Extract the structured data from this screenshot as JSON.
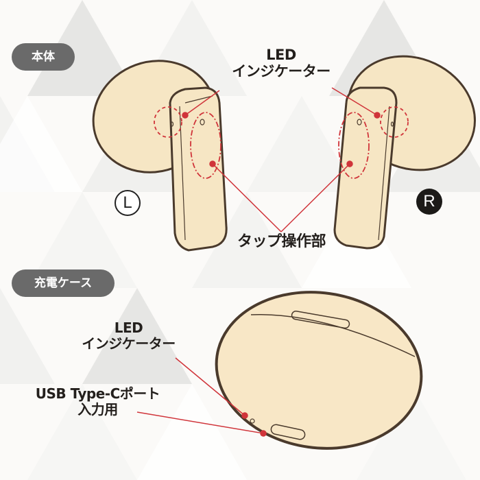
{
  "sections": {
    "body": {
      "label": "本体"
    },
    "case": {
      "label": "充電ケース"
    }
  },
  "earbuds": {
    "led_label_line1": "LED",
    "led_label_line2": "インジケーター",
    "tap_label": "タップ操作部",
    "left_badge": "L",
    "right_badge": "R"
  },
  "charging_case": {
    "led_label_line1": "LED",
    "led_label_line2": "インジケーター",
    "usb_label_line1": "USB Type-Cポート",
    "usb_label_line2": "入力用"
  },
  "colors": {
    "body_fill": "#f6e6c4",
    "outline": "#4a3a2c",
    "pointer_red": "#d0343a",
    "pill_bg": "#6a6a6a",
    "triangle_gray": "#e4e4e2"
  }
}
